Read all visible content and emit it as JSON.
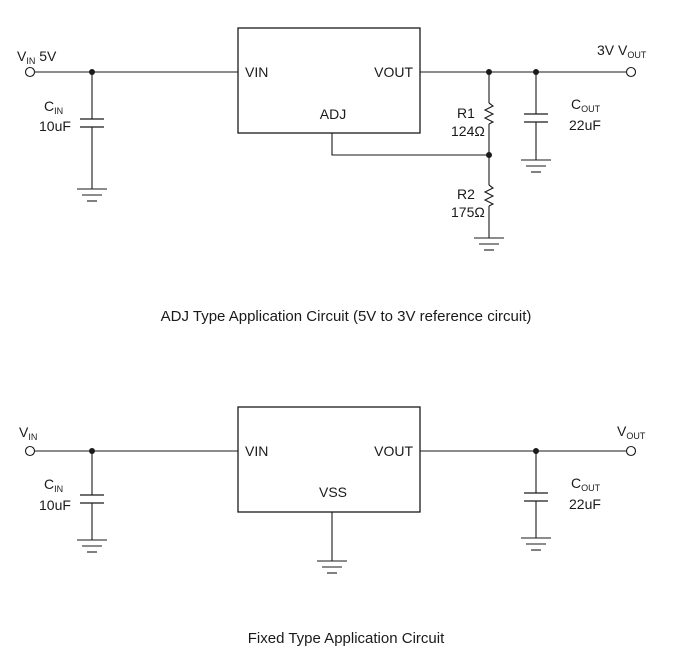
{
  "adj_circuit": {
    "vin_label": {
      "main": "V",
      "sub": "IN",
      "value": " 5V"
    },
    "vout_label": {
      "prefix": "3V V",
      "sub": "OUT"
    },
    "chip": {
      "pin_vin": "VIN",
      "pin_vout": "VOUT",
      "pin_adj": "ADJ"
    },
    "cin": {
      "main": "C",
      "sub": "IN",
      "value": "10uF"
    },
    "cout": {
      "main": "C",
      "sub": "OUT",
      "value": "22uF"
    },
    "r1": {
      "name": "R1",
      "value": "124Ω"
    },
    "r2": {
      "name": "R2",
      "value": "175Ω"
    },
    "caption": "ADJ Type Application Circuit (5V to 3V reference circuit)"
  },
  "fixed_circuit": {
    "vin_label": {
      "main": "V",
      "sub": "IN"
    },
    "vout_label": {
      "main": "V",
      "sub": "OUT"
    },
    "chip": {
      "pin_vin": "VIN",
      "pin_vout": "VOUT",
      "pin_vss": "VSS"
    },
    "cin": {
      "main": "C",
      "sub": "IN",
      "value": "10uF"
    },
    "cout": {
      "main": "C",
      "sub": "OUT",
      "value": "22uF"
    },
    "caption": "Fixed Type Application Circuit"
  }
}
